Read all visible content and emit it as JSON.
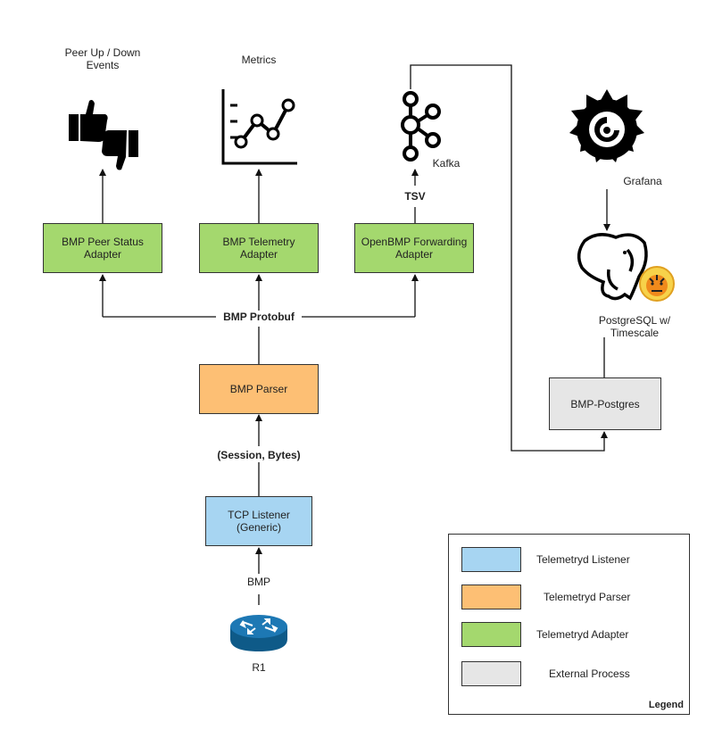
{
  "diagram": {
    "nodes": {
      "peer_status": "BMP Peer Status Adapter",
      "telemetry": "BMP Telemetry Adapter",
      "forwarding": "OpenBMP Forwarding Adapter",
      "parser": "BMP Parser",
      "tcp_listener": "TCP Listener (Generic)",
      "bmp_postgres": "BMP-Postgres"
    },
    "labels": {
      "peer_events": "Peer Up / Down Events",
      "metrics": "Metrics",
      "kafka": "Kafka",
      "grafana": "Grafana",
      "postgres": "PostgreSQL w/ Timescale",
      "tsv": "TSV",
      "bmp_protobuf": "BMP Protobuf",
      "session_bytes": "(Session, Bytes)",
      "bmp": "BMP",
      "r1": "R1"
    },
    "icons": [
      "thumbs-up-down-icon",
      "line-chart-icon",
      "kafka-icon",
      "grafana-icon",
      "postgresql-icon",
      "timescale-tiger-icon",
      "router-icon"
    ]
  },
  "legend": {
    "title": "Legend",
    "items": [
      {
        "label": "Telemetryd Listener",
        "color": "#a7d5f2"
      },
      {
        "label": "Telemetryd Parser",
        "color": "#fdbf74"
      },
      {
        "label": "Telemetryd Adapter",
        "color": "#a4d86e"
      },
      {
        "label": "External Process",
        "color": "#e6e6e6"
      }
    ]
  }
}
